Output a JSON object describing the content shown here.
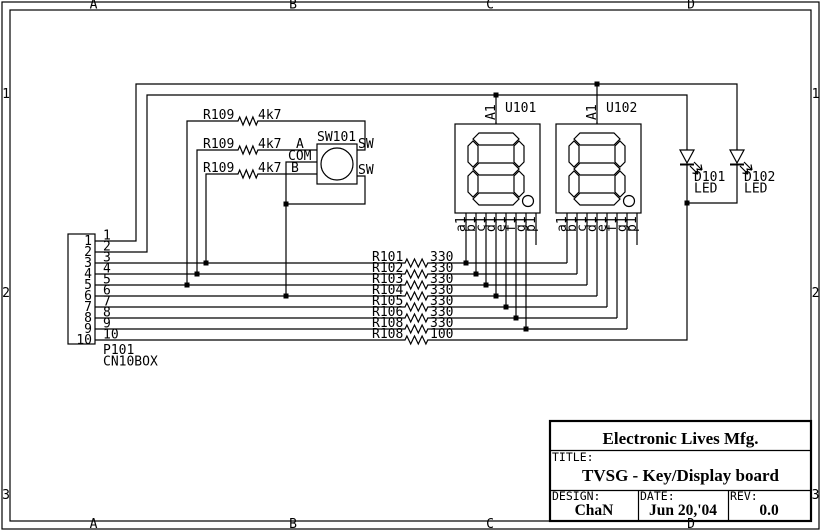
{
  "frame": {
    "cols": [
      "A",
      "B",
      "C",
      "D"
    ],
    "rows": [
      "1",
      "2",
      "3"
    ]
  },
  "connector": {
    "ref": "P101",
    "package": "CN10BOX",
    "pins": [
      "1",
      "2",
      "3",
      "4",
      "5",
      "6",
      "7",
      "8",
      "9",
      "10"
    ]
  },
  "bus_resistors": [
    {
      "ref": "R101",
      "value": "330"
    },
    {
      "ref": "R102",
      "value": "330"
    },
    {
      "ref": "R103",
      "value": "330"
    },
    {
      "ref": "R104",
      "value": "330"
    },
    {
      "ref": "R105",
      "value": "330"
    },
    {
      "ref": "R106",
      "value": "330"
    },
    {
      "ref": "R108",
      "value": "330"
    },
    {
      "ref": "R108",
      "value": "100"
    }
  ],
  "key_resistors": [
    {
      "ref": "R109",
      "value": "4k7"
    },
    {
      "ref": "R109",
      "value": "4k7"
    },
    {
      "ref": "R109",
      "value": "4k7"
    }
  ],
  "rotary_switch": {
    "ref": "SW101",
    "pin_a": "A",
    "pin_com": "COM",
    "pin_b": "B",
    "pin_sw_top": "SW",
    "pin_sw_bottom": "SW"
  },
  "displays": [
    {
      "ref": "U101",
      "anode_pin": "A1",
      "segment_pins": [
        "a1",
        "b1",
        "c1",
        "d1",
        "e1",
        "f1",
        "g1",
        "p1"
      ]
    },
    {
      "ref": "U102",
      "anode_pin": "A1",
      "segment_pins": [
        "a1",
        "b1",
        "c1",
        "d1",
        "e1",
        "f1",
        "g1",
        "p1"
      ]
    }
  ],
  "leds": [
    {
      "ref": "D101",
      "part": "LED"
    },
    {
      "ref": "D102",
      "part": "LED"
    }
  ],
  "title_block": {
    "company": "Electronic Lives Mfg.",
    "title_label": "TITLE:",
    "title": "TVSG - Key/Display board",
    "design_label": "DESIGN:",
    "designer": "ChaN",
    "date_label": "DATE:",
    "date": "Jun 20,'04",
    "rev_label": "REV:",
    "rev": "0.0"
  },
  "colors": {
    "ink": "#000000",
    "paper": "#ffffff"
  }
}
